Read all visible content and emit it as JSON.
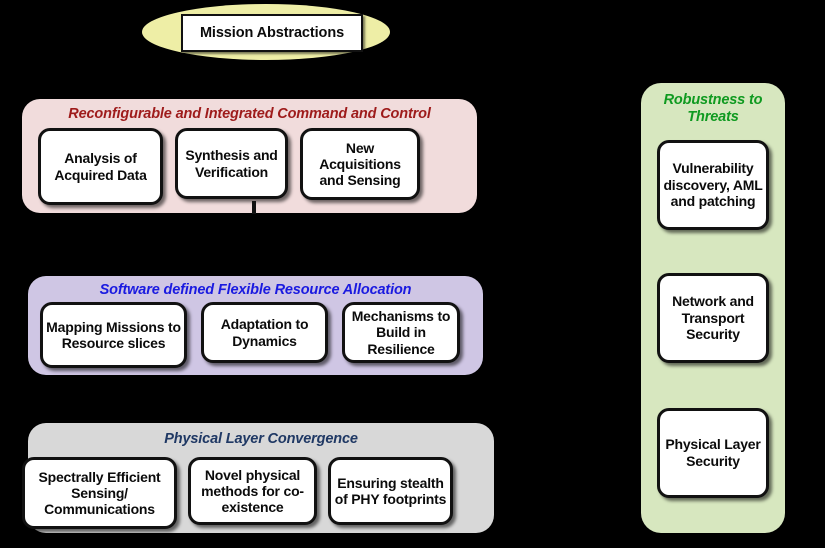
{
  "diagram": {
    "background_color": "#000000",
    "top_node": {
      "label": "Mission Abstractions",
      "shape": "ellipse",
      "fill_color": "#eeeea6",
      "inner_box_color": "#ffffff"
    },
    "panels": [
      {
        "id": "command-and-control",
        "title": "Reconfigurable and Integrated Command and Control",
        "fill_color": "#f1dcdc",
        "title_color": "#9e1b1b",
        "boxes": [
          {
            "label": "Analysis of Acquired Data"
          },
          {
            "label": "Synthesis and Verification"
          },
          {
            "label": "New Acquisitions and Sensing"
          }
        ]
      },
      {
        "id": "resource-allocation",
        "title": "Software defined Flexible Resource Allocation",
        "fill_color": "#cfc6e4",
        "title_color": "#1a1ae0",
        "boxes": [
          {
            "label": "Mapping Missions to Resource slices"
          },
          {
            "label": "Adaptation to Dynamics"
          },
          {
            "label": "Mechanisms to Build in Resilience"
          }
        ]
      },
      {
        "id": "physical-layer-convergence",
        "title": "Physical Layer Convergence",
        "fill_color": "#d8d8d8",
        "title_color": "#1f3864",
        "boxes": [
          {
            "label": "Spectrally Efficient Sensing/ Communications"
          },
          {
            "label": "Novel physical methods for co-existence"
          },
          {
            "label": "Ensuring stealth of PHY footprints"
          }
        ]
      }
    ],
    "side_panel": {
      "id": "robustness-to-threats",
      "title": "Robustness to Threats",
      "fill_color": "#d7e7bf",
      "title_color": "#0f9a20",
      "boxes": [
        {
          "label": "Vulnerability discovery, AML and patching"
        },
        {
          "label": "Network and Transport Security"
        },
        {
          "label": "Physical Layer Security"
        }
      ]
    }
  }
}
